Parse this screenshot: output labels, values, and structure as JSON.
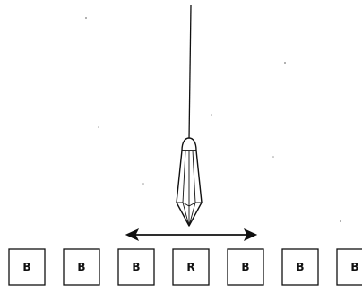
{
  "diagram": {
    "cards": [
      {
        "label": "B"
      },
      {
        "label": "B"
      },
      {
        "label": "B"
      },
      {
        "label": "R"
      },
      {
        "label": "B"
      },
      {
        "label": "B"
      },
      {
        "label": "B"
      }
    ],
    "pendulum": {
      "swing_direction": "left-right"
    },
    "colors": {
      "ink": "#111111",
      "background": "#ffffff"
    }
  }
}
